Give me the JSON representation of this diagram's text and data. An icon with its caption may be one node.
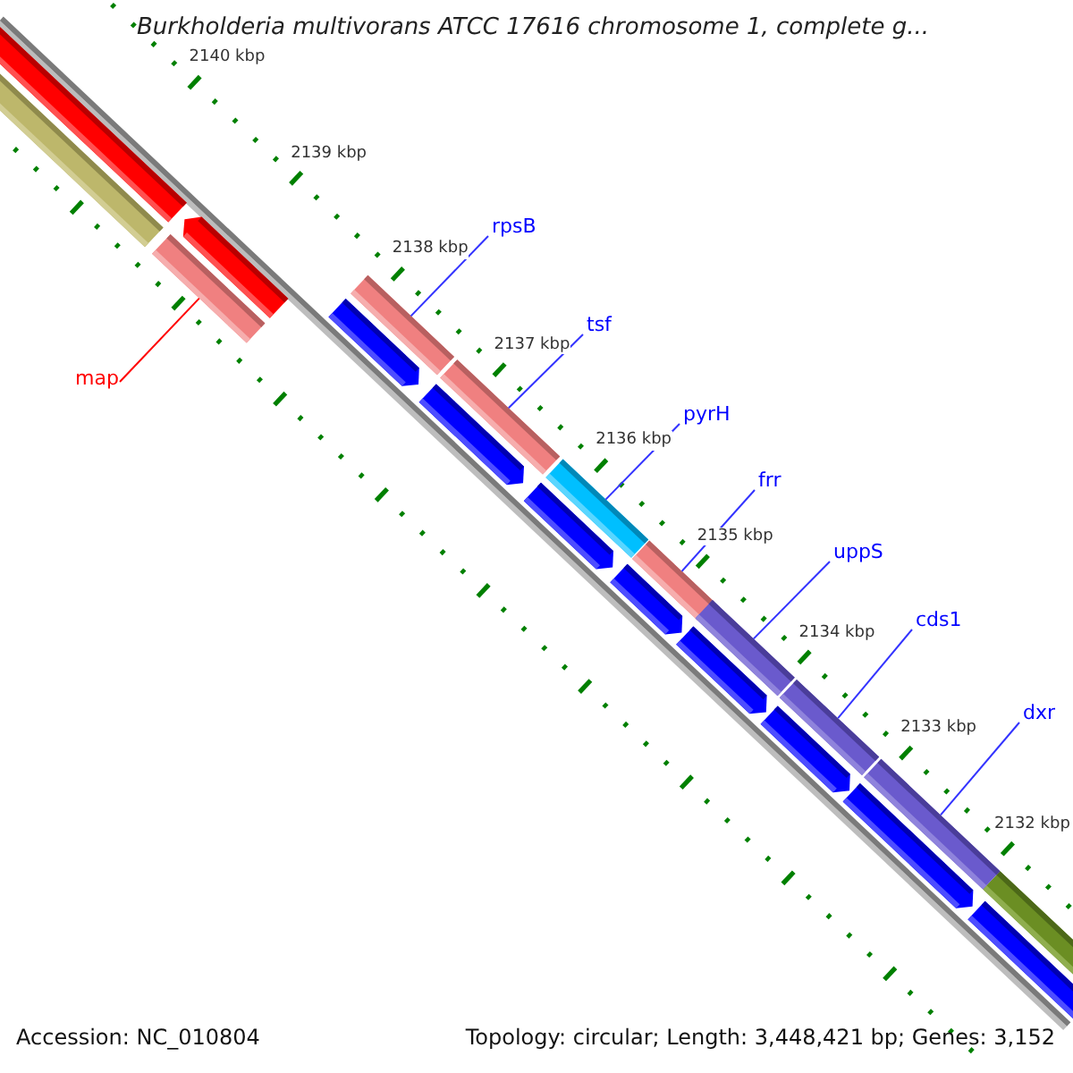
{
  "diagram": {
    "title": "Burkholderia multivorans ATCC 17616 chromosome 1, complete g...",
    "nodes": [
      {
        "text": [
          "rpsB"
        ]
      },
      {
        "text": [
          "tsf"
        ]
      },
      {
        "text": [
          "map"
        ]
      },
      {
        "text": [
          "pyrH"
        ]
      },
      {
        "text": [
          "frr"
        ]
      },
      {
        "text": [
          "uppS"
        ]
      },
      {
        "text": [
          "cds1"
        ]
      },
      {
        "text": [
          "dxr"
        ]
      },
      {
        "text": [],
        "shape": "bar"
      },
      {
        "text": [],
        "shape": "bar"
      },
      {
        "text": [],
        "shape": "bar"
      },
      {
        "text": [],
        "shape": "bar"
      },
      {
        "text": [],
        "shape": "bar"
      },
      {
        "text": [],
        "shape": "bar"
      },
      {
        "text": [],
        "shape": "bar"
      },
      {
        "text": [],
        "shape": "bar"
      }
    ],
    "edges": [
      {
        "from": 0,
        "to": 9,
        "arrow": "none"
      },
      {
        "from": 1,
        "to": 10,
        "arrow": "none"
      },
      {
        "from": 2,
        "to": 8,
        "arrow": "none",
        "color": "#ff0000"
      },
      {
        "from": 3,
        "to": 11,
        "arrow": "none"
      },
      {
        "from": 4,
        "to": 12,
        "arrow": "none"
      },
      {
        "from": 5,
        "to": 13,
        "arrow": "none"
      },
      {
        "from": 6,
        "to": 14,
        "arrow": "none"
      },
      {
        "from": 7,
        "to": 15,
        "arrow": "none"
      }
    ],
    "labels": [
      "2140 kbp",
      "2139 kbp",
      "2138 kbp",
      "2137 kbp",
      "2136 kbp",
      "2135 kbp",
      "2134 kbp",
      "2133 kbp",
      "2132 kbp",
      "Accession: NC_010804",
      "Topology: circular; Length: 3,448,421 bp; Genes: 3,152"
    ]
  }
}
